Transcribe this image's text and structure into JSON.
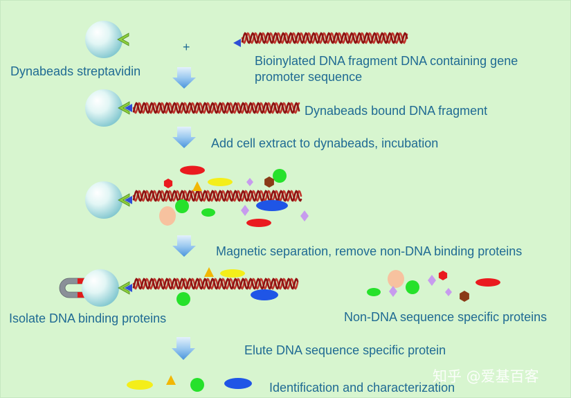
{
  "diagram": {
    "labels": {
      "bead": "Dynabeads streptavidin",
      "plus": "+",
      "dna_line1": "Bioinylated DNA fragment DNA containing gene",
      "dna_line2": "promoter sequence",
      "bound": "Dynabeads bound DNA fragment",
      "incubation": "Add cell extract to dynabeads, incubation",
      "separation": "Magnetic separation, remove non-DNA binding proteins",
      "isolate": "Isolate DNA binding proteins",
      "nonspecific": "Non-DNA sequence specific proteins",
      "elute": "Elute DNA sequence specific protein",
      "identify": "Identification and characterization"
    },
    "watermark": "知乎 @爱基百客",
    "colors": {
      "background": "#d7f5cf",
      "text": "#1f6a93",
      "dna": "#8e1212",
      "streptavidin": "#8ccf3c",
      "biotin": "#2e4fd6",
      "red": "#ea1a1f",
      "green": "#26e12b",
      "blue": "#1f55e6",
      "purple": "#c79bee",
      "brown": "#8a3a17",
      "peach": "#f7c29f",
      "yellow": "#f4ee1a",
      "gold": "#f2b705"
    }
  }
}
